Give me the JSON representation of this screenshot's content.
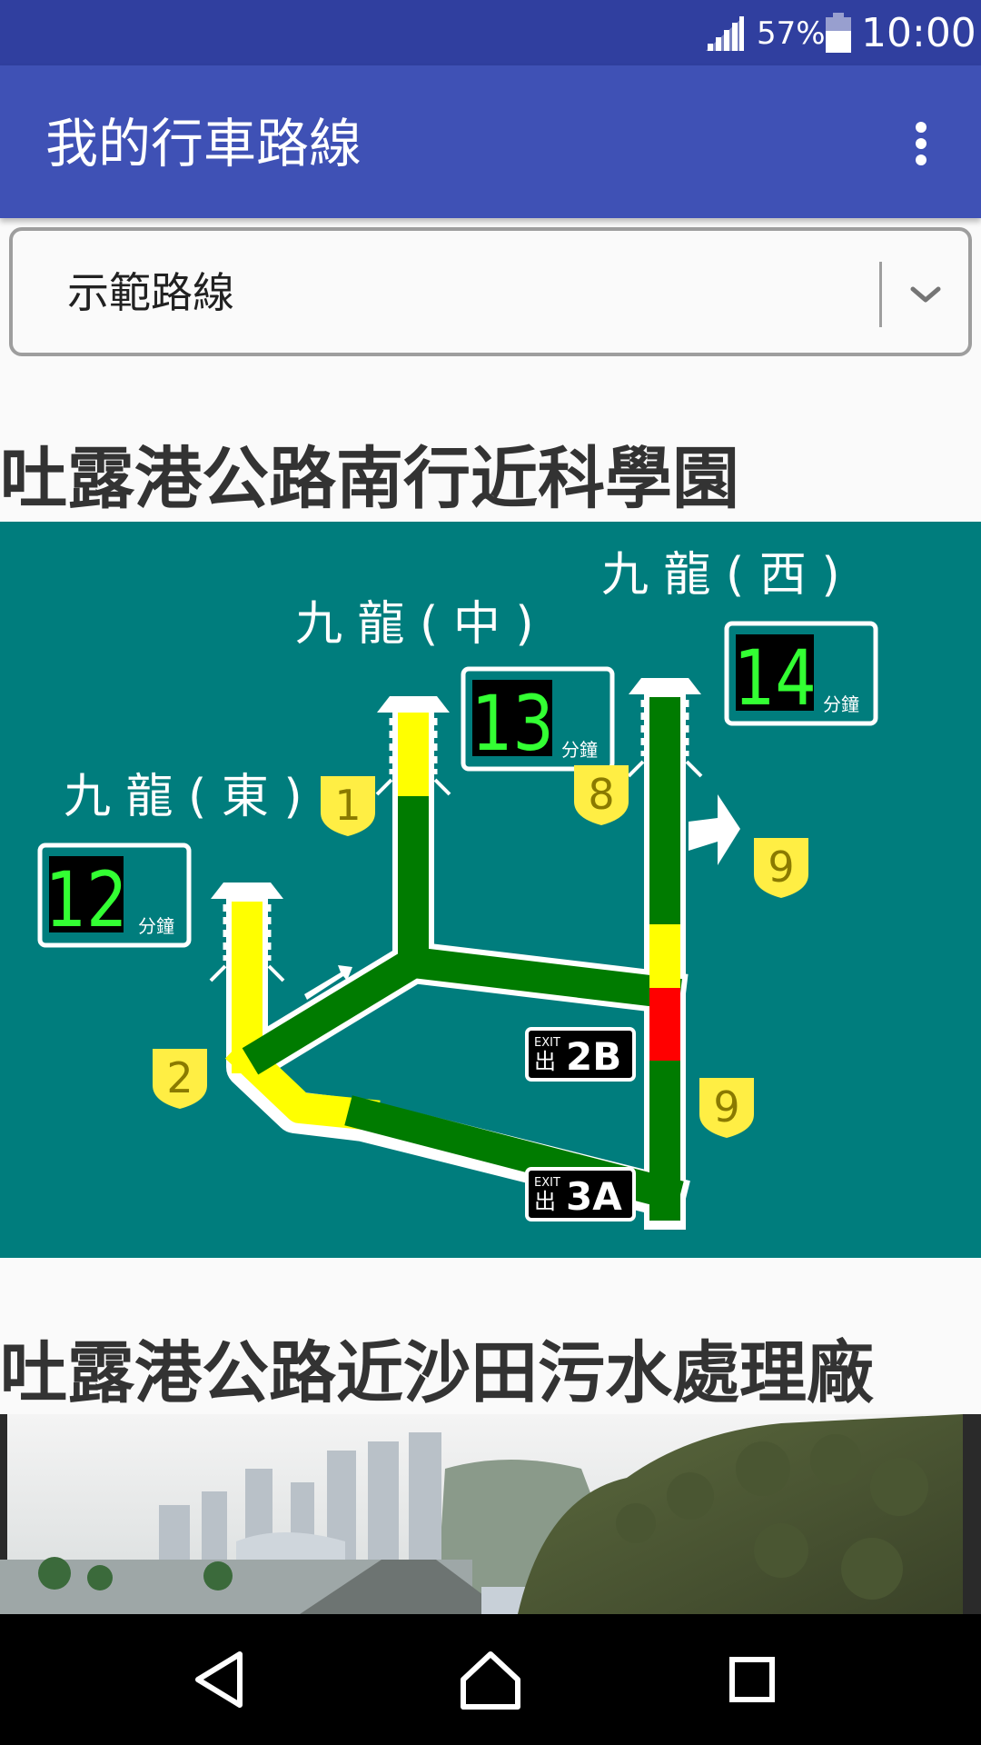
{
  "status_bar": {
    "battery_percent": "57%",
    "time": "10:00"
  },
  "app_bar": {
    "title": "我的行車路線",
    "overflow_icon": "more-vert-icon"
  },
  "route_selector": {
    "selected": "示範路線"
  },
  "cameras": [
    {
      "title": "吐露港公路南行近科學園",
      "journey_times": [
        {
          "destination": "九 龍 ( 東 )",
          "minutes": "12",
          "unit": "分鐘"
        },
        {
          "destination": "九 龍 ( 中 )",
          "minutes": "13",
          "unit": "分鐘"
        },
        {
          "destination": "九 龍 ( 西 )",
          "minutes": "14",
          "unit": "分鐘"
        }
      ],
      "route_shields": [
        "1",
        "2",
        "8",
        "9",
        "9"
      ],
      "exits": [
        "2B",
        "3A"
      ],
      "exit_badge": "EXIT",
      "exit_char": "出",
      "colors": {
        "background": "#007d7d",
        "green": "#007b00",
        "yellow": "#ffff00",
        "red": "#ff0000",
        "shield": "#ffee44",
        "lit_digits": "#33ff33"
      }
    },
    {
      "title": "吐露港公路近沙田污水處理廠"
    }
  ],
  "nav_bar": {
    "back_icon": "back-icon",
    "home_icon": "home-icon",
    "recents_icon": "recents-icon"
  }
}
